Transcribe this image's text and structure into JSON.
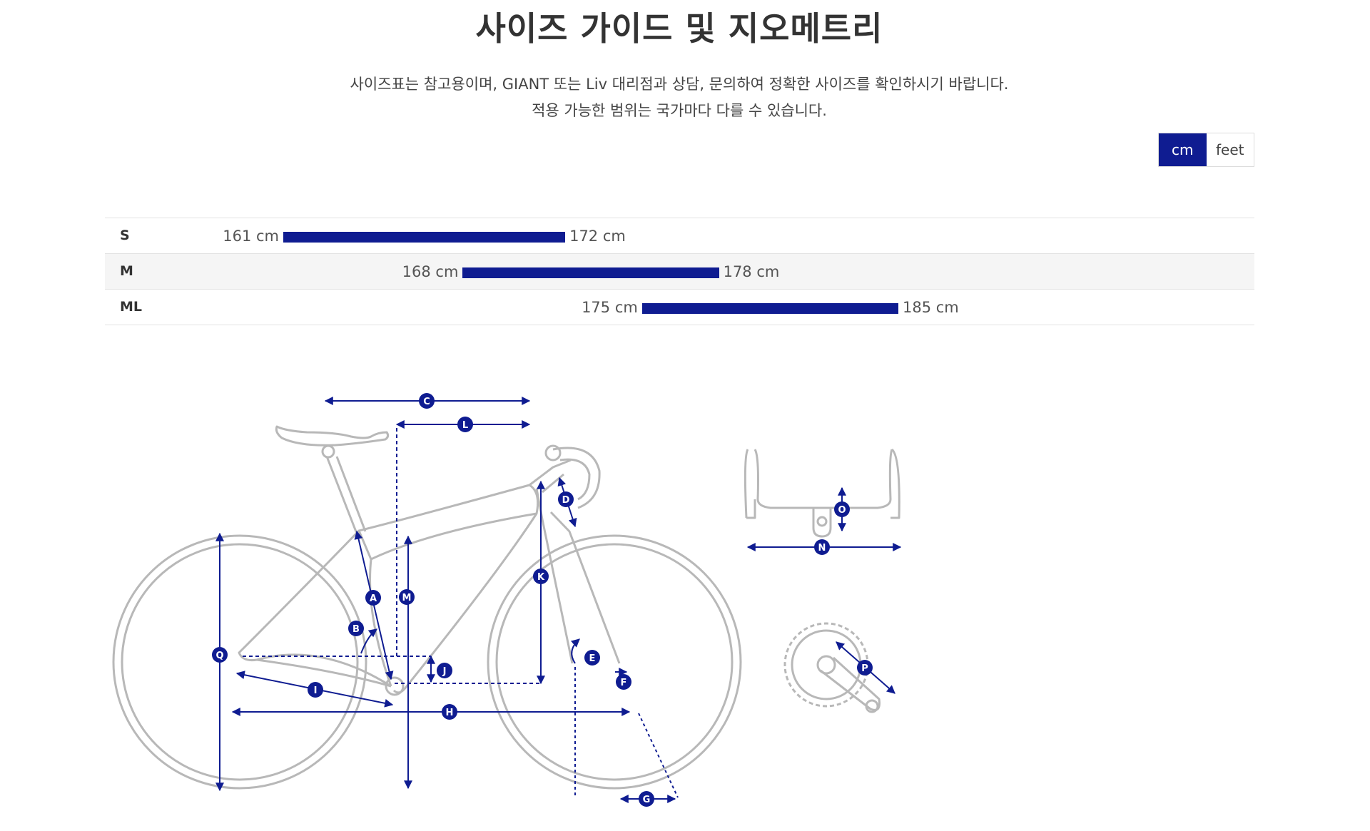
{
  "page": {
    "title": "사이즈 가이드 및 지오메트리",
    "desc_line1": "사이즈표는 참고용이며, GIANT 또는 Liv 대리점과 상담, 문의하여 정확한 사이즈를 확인하시기 바랍니다.",
    "desc_line2": "적용 가능한 범위는 국가마다 다를 수 있습니다."
  },
  "units": {
    "cm": "cm",
    "feet": "feet",
    "selected": "cm"
  },
  "sizes": [
    {
      "size": "S",
      "min_label": "161 cm",
      "max_label": "172 cm",
      "min": 161,
      "max": 172
    },
    {
      "size": "M",
      "min_label": "168 cm",
      "max_label": "178 cm",
      "min": 168,
      "max": 178
    },
    {
      "size": "ML",
      "min_label": "175 cm",
      "max_label": "185 cm",
      "min": 175,
      "max": 185
    }
  ],
  "colors": {
    "accent": "#0f1c91",
    "line": "#b8b8b8",
    "row_alt": "#f5f5f5"
  },
  "diagram_letters": {
    "A": "A",
    "B": "B",
    "C": "C",
    "D": "D",
    "E": "E",
    "F": "F",
    "G": "G",
    "H": "H",
    "I": "I",
    "J": "J",
    "K": "K",
    "L": "L",
    "M": "M",
    "N": "N",
    "O": "O",
    "P": "P",
    "Q": "Q"
  }
}
